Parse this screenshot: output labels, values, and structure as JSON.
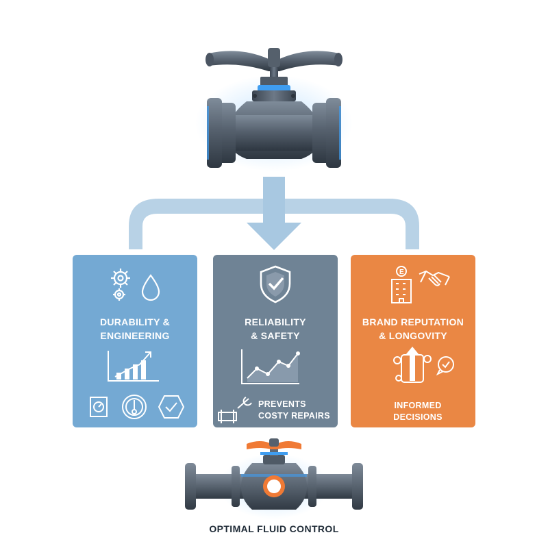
{
  "top_component": {
    "icon": "gate-valve-icon"
  },
  "panels": [
    {
      "title": "DURABILITY & ENGINEERING",
      "color": "#74a9d3",
      "icons": [
        "gears-icon",
        "water-drop-icon",
        "growth-chart-icon",
        "pressure-icon",
        "thermometer-icon",
        "checkmark-hexagon-icon"
      ]
    },
    {
      "title": "RELIABILITY & SAFETY",
      "subtitle": "PREVENTS COSTY REPAIRS",
      "color": "#6f8395",
      "icons": [
        "shield-check-icon",
        "line-chart-icon",
        "wrench-pipe-icon"
      ]
    },
    {
      "title": "BRAND REPUTATION & LONGOVITY",
      "subtitle": "INFORMED DECISIONS",
      "color": "#ea8744",
      "icons": [
        "building-icon",
        "handshake-icon",
        "decision-arrow-icon",
        "chat-check-icon"
      ]
    }
  ],
  "bottom_component": {
    "icon": "inline-valve-icon",
    "accent": "#f07a35"
  },
  "caption": "OPTIMAL FLUID CONTROL"
}
